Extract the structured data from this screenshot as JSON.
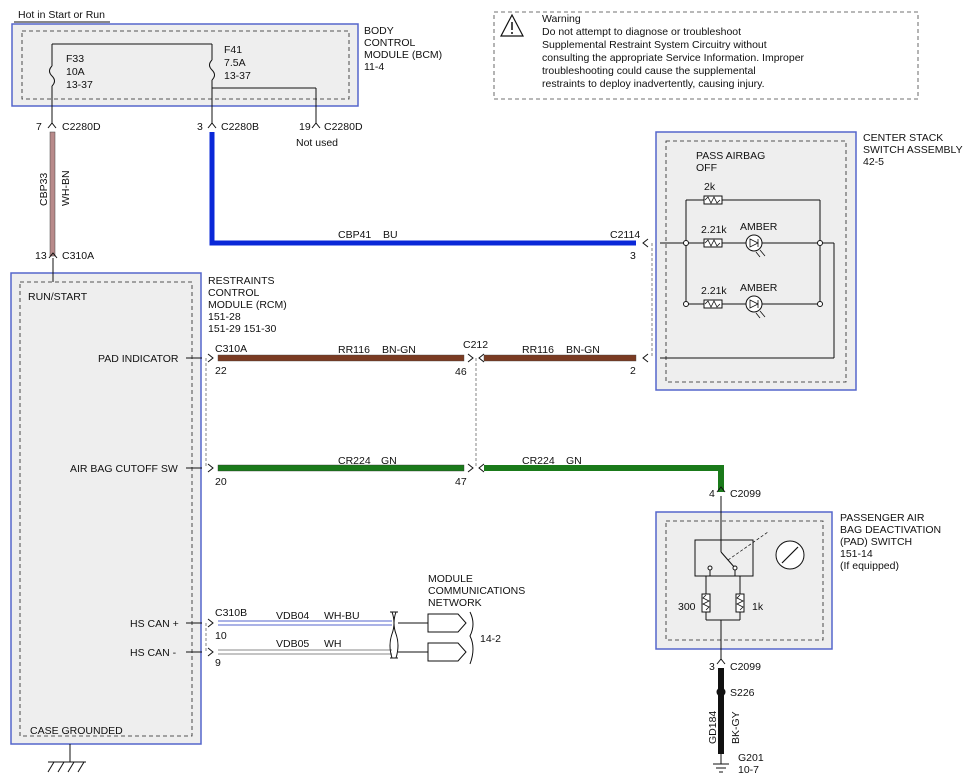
{
  "hot_in_label": "Hot in Start or Run",
  "bcm": {
    "title": [
      "BODY",
      "CONTROL",
      "MODULE (BCM)",
      "11-4"
    ],
    "fuses": [
      {
        "name": "F33",
        "rating": "10A",
        "ref": "13-37"
      },
      {
        "name": "F41",
        "rating": "7.5A",
        "ref": "13-37"
      }
    ],
    "pins": [
      {
        "pin": "7",
        "connector": "C2280D"
      },
      {
        "pin": "3",
        "connector": "C2280B"
      },
      {
        "pin": "19",
        "connector": "C2280D"
      }
    ],
    "not_used": "Not used"
  },
  "warning": {
    "lines": [
      "Warning",
      "Do not attempt to diagnose or troubleshoot",
      "Supplemental Restraint System Circuitry without",
      "consulting the appropriate Service Information. Improper",
      "troubleshooting could cause the supplemental",
      "restraints to deploy inadvertently, causing injury."
    ]
  },
  "center_stack": {
    "title": [
      "CENTER STACK",
      "SWITCH ASSEMBLY",
      "42-5"
    ],
    "inner_title": [
      "PASS AIRBAG",
      "OFF"
    ],
    "resistors": [
      "2k",
      "2.21k",
      "2.21k"
    ],
    "lamps": [
      "AMBER",
      "AMBER"
    ],
    "connector": "C2114",
    "pins": [
      "3",
      "2"
    ]
  },
  "wires": {
    "cbp33": {
      "circuit": "CBP33",
      "color": "WH-BN"
    },
    "cbp41": {
      "circuit": "CBP41",
      "color": "BU"
    },
    "rr116_a": {
      "circuit": "RR116",
      "color": "BN-GN"
    },
    "rr116_b": {
      "circuit": "RR116",
      "color": "BN-GN"
    },
    "cr224_a": {
      "circuit": "CR224",
      "color": "GN"
    },
    "cr224_b": {
      "circuit": "CR224",
      "color": "GN"
    },
    "vdb04": {
      "circuit": "VDB04",
      "color": "WH-BU"
    },
    "vdb05": {
      "circuit": "VDB05",
      "color": "WH"
    },
    "gd184": {
      "circuit": "GD184",
      "color": "BK-GY"
    }
  },
  "colors": {
    "wh_bn": "#b88a8a",
    "bu": "#0a28d8",
    "bn_gn": "#7a3b22",
    "gn": "#1a7a1a",
    "bk": "#111111",
    "module_border": "#5566cc",
    "module_fill": "#eeeeee"
  },
  "rcm": {
    "c310a_top": {
      "pin": "13",
      "connector": "C310A"
    },
    "title": [
      "RESTRAINTS",
      "CONTROL",
      "MODULE (RCM)",
      "151-28",
      "151-29   151-30"
    ],
    "run_start": "RUN/START",
    "case_grounded": "CASE GROUNDED",
    "pad_indicator": {
      "label": "PAD INDICATOR",
      "connector": "C310A",
      "pin": "22"
    },
    "airbag_cutoff": {
      "label": "AIR BAG CUTOFF SW",
      "pin": "20"
    },
    "hs_can_plus": {
      "label": "HS CAN +",
      "connector": "C310B",
      "pin": "10"
    },
    "hs_can_minus": {
      "label": "HS CAN -",
      "pin": "9"
    }
  },
  "c212": {
    "connector": "C212",
    "pins": [
      "46",
      "47"
    ]
  },
  "network": {
    "title": [
      "MODULE",
      "COMMUNICATIONS",
      "NETWORK"
    ],
    "ref": "14-2"
  },
  "pad_switch": {
    "title": [
      "PASSENGER AIR",
      "BAG DEACTIVATION",
      "(PAD) SWITCH",
      "151-14",
      "(If equipped)"
    ],
    "top": {
      "pin": "4",
      "connector": "C2099"
    },
    "bottom": {
      "pin": "3",
      "connector": "C2099"
    },
    "resistors": [
      "300",
      "1k"
    ]
  },
  "splice": "S226",
  "ground": {
    "name": "G201",
    "ref": "10-7"
  }
}
